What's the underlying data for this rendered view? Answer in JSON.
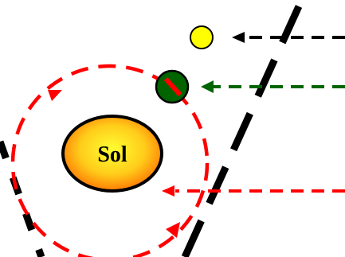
{
  "sun": {
    "label": "Sol"
  },
  "colors": {
    "orbit": "#ff0000",
    "sun_outline": "#000000",
    "sun_center": "#ffff33",
    "sun_edge": "#ff6a00",
    "yellow_body": "#ffff00",
    "green_body": "#006400",
    "green_arrow": "#006400",
    "black_line": "#000000",
    "red_arrow": "#ff0000"
  },
  "elements": [
    {
      "name": "yellow-body",
      "shape": "circle"
    },
    {
      "name": "green-body",
      "shape": "circle",
      "marking": "red-bar"
    },
    {
      "name": "orbit",
      "style": "dashed",
      "direction": "counterclockwise"
    },
    {
      "name": "black-arrow",
      "style": "dashed",
      "points_to": "yellow-body"
    },
    {
      "name": "green-arrow",
      "style": "dashed",
      "points_to": "green-body"
    },
    {
      "name": "red-arrow",
      "style": "dashed",
      "points_to": "orbit"
    },
    {
      "name": "dividing-line",
      "style": "dashed",
      "color": "black"
    }
  ]
}
